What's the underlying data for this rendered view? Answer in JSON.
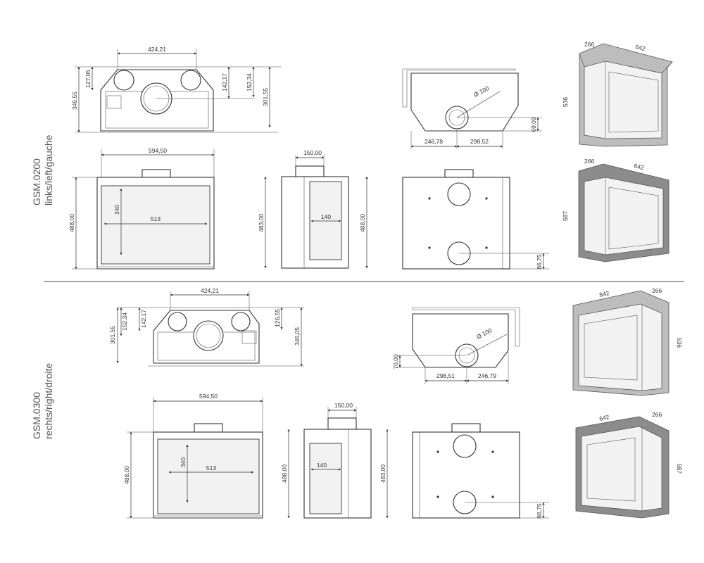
{
  "colors": {
    "line": "#333333",
    "frame": "#8c8c8c",
    "frame_light": "#bdbdbd",
    "glass": "#f2f2f2"
  },
  "models": {
    "top": {
      "code": "GSM.0200",
      "sides": "links/left/gauche"
    },
    "bottom": {
      "code": "GSM.0300",
      "sides": "rechts/right/droite"
    }
  },
  "dims": {
    "w424": "424,21",
    "h34555": "345,55",
    "h12705": "127,05",
    "h14217": "142,17",
    "h15234": "152,34",
    "h30155": "301,55",
    "h34505": "345,05",
    "h12655": "126,55",
    "d100": "Ø 100",
    "w24678": "246,78",
    "w29852": "298,52",
    "h6909": "69,09",
    "w29851": "298,51",
    "w24679": "246,79",
    "h7000": "70,00",
    "w59450": "594,50",
    "h48800": "488,00",
    "h340": "340",
    "w513": "513",
    "w15000": "150,00",
    "h48300": "483,00",
    "w140": "140",
    "h8675": "86,75",
    "p266": "266",
    "p642": "642",
    "p536": "536",
    "p587": "587"
  }
}
